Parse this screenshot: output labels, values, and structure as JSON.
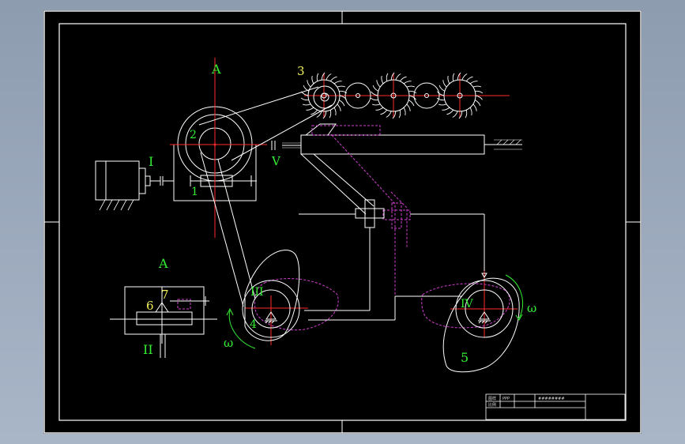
{
  "labels": {
    "section_a_top": "A",
    "section_a_bottom": "A",
    "part_1": "1",
    "part_2": "2",
    "part_3": "3",
    "part_4": "4",
    "part_5": "5",
    "part_6": "6",
    "part_7": "7",
    "shaft_I": "I",
    "shaft_II": "II",
    "shaft_III": "III",
    "shaft_IV": "IV",
    "shaft_V": "V",
    "omega_left": "ω",
    "omega_right": "ω"
  },
  "title_block": {
    "cell_1": "图样",
    "cell_2": "比例",
    "cell_3": "PPP",
    "cell_4": "########"
  },
  "colors": {
    "frame": "#ffffff",
    "centerline": "#ff2a2a",
    "hidden": "#d23fd2",
    "label_green": "#33ee33",
    "label_yellow": "#f2f25a"
  }
}
